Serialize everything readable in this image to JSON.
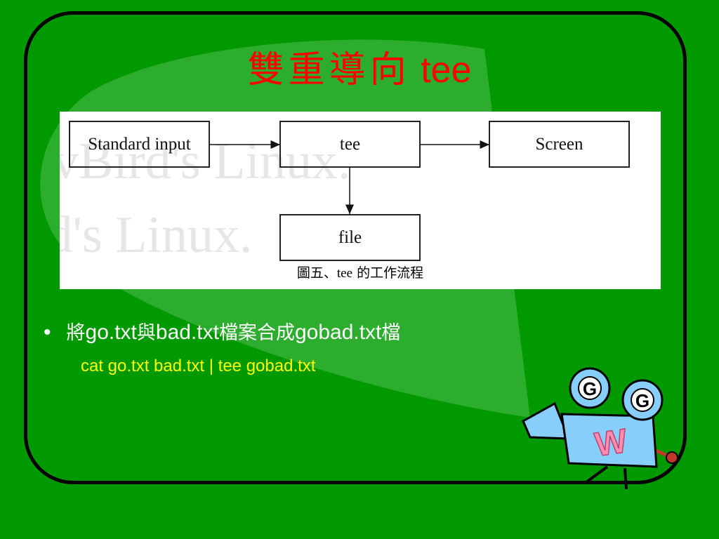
{
  "title": {
    "zh": "雙重導向",
    "en": "tee"
  },
  "diagram": {
    "boxes": {
      "standard_input": "Standard input",
      "tee": "tee",
      "screen": "Screen",
      "file": "file"
    },
    "caption": {
      "prefix": "圖五、",
      "tee": "tee",
      "suffix": " 的工作流程"
    },
    "watermark_text": "vBird's Linux."
  },
  "bullet": {
    "parts": [
      "將",
      "go.txt",
      "與",
      "bad.txt",
      "檔案合成",
      "gobad.txt",
      "檔"
    ]
  },
  "command": "cat go.txt bad.txt | tee gobad.txt",
  "colors": {
    "background": "#009900",
    "title": "#ff0000",
    "command": "#ffff00",
    "text": "#ffffff"
  },
  "mascot": {
    "lens_letter": "G",
    "body_letter": "W"
  }
}
